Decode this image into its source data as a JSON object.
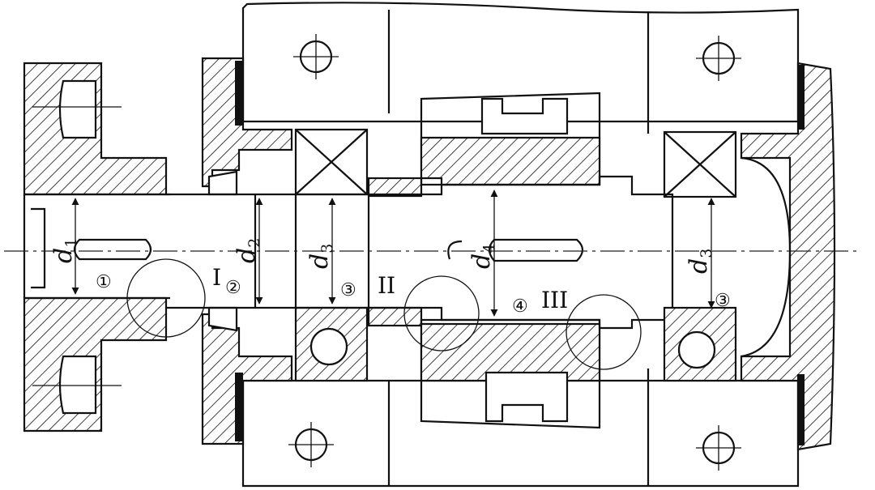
{
  "dimensions": {
    "d1": {
      "main": "d",
      "sub": "1"
    },
    "d2": {
      "main": "d",
      "sub": "2"
    },
    "d3_left": {
      "main": "d",
      "sub": "3"
    },
    "d4": {
      "main": "d",
      "sub": "4"
    },
    "d3_right": {
      "main": "d",
      "sub": "3"
    }
  },
  "positions": {
    "p1": "①",
    "p2": "②",
    "p3_left": "③",
    "p4": "④",
    "p3_right": "③"
  },
  "sections": {
    "s1": "I",
    "s2": "II",
    "s3": "III"
  }
}
